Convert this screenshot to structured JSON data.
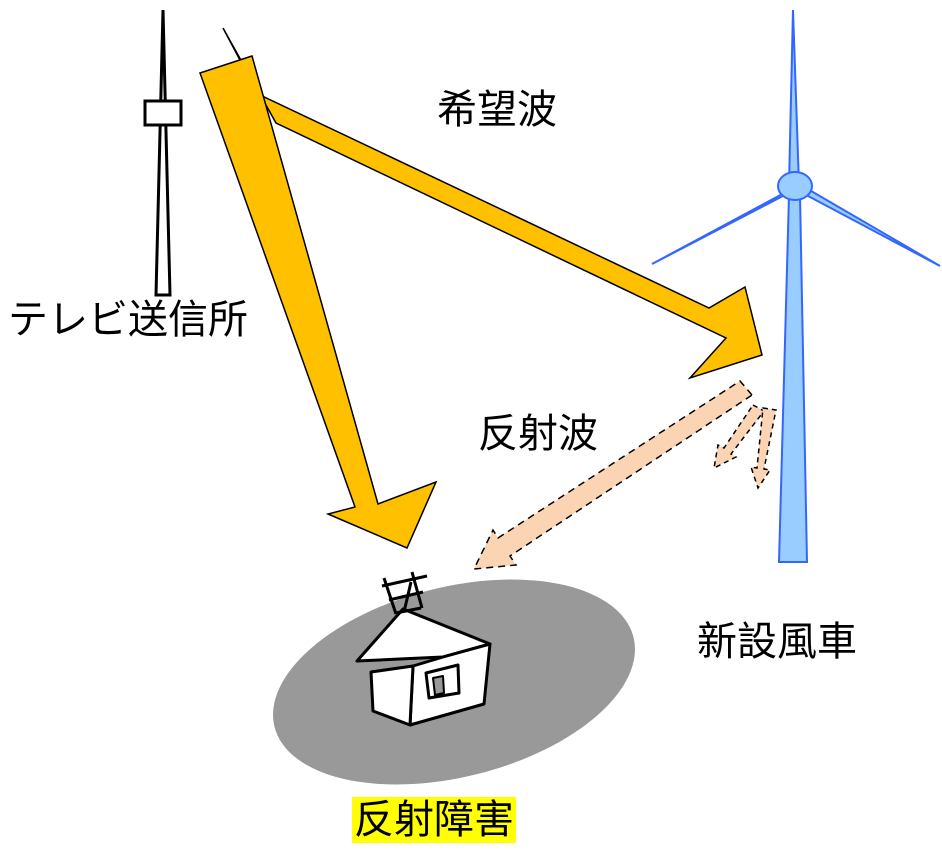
{
  "labels": {
    "tv_tower": "テレビ送信所",
    "desired_wave": "希望波",
    "reflected_wave": "反射波",
    "new_turbine": "新設風車",
    "reflection_interference": "反射障害"
  },
  "colors": {
    "wave_arrow": "#ffc000",
    "reflected_arrow": "#fbd4b4",
    "turbine": "#99ccff",
    "turbine_outline": "#3366ff",
    "shadow_area": "#999999",
    "highlight": "#ffff00"
  }
}
